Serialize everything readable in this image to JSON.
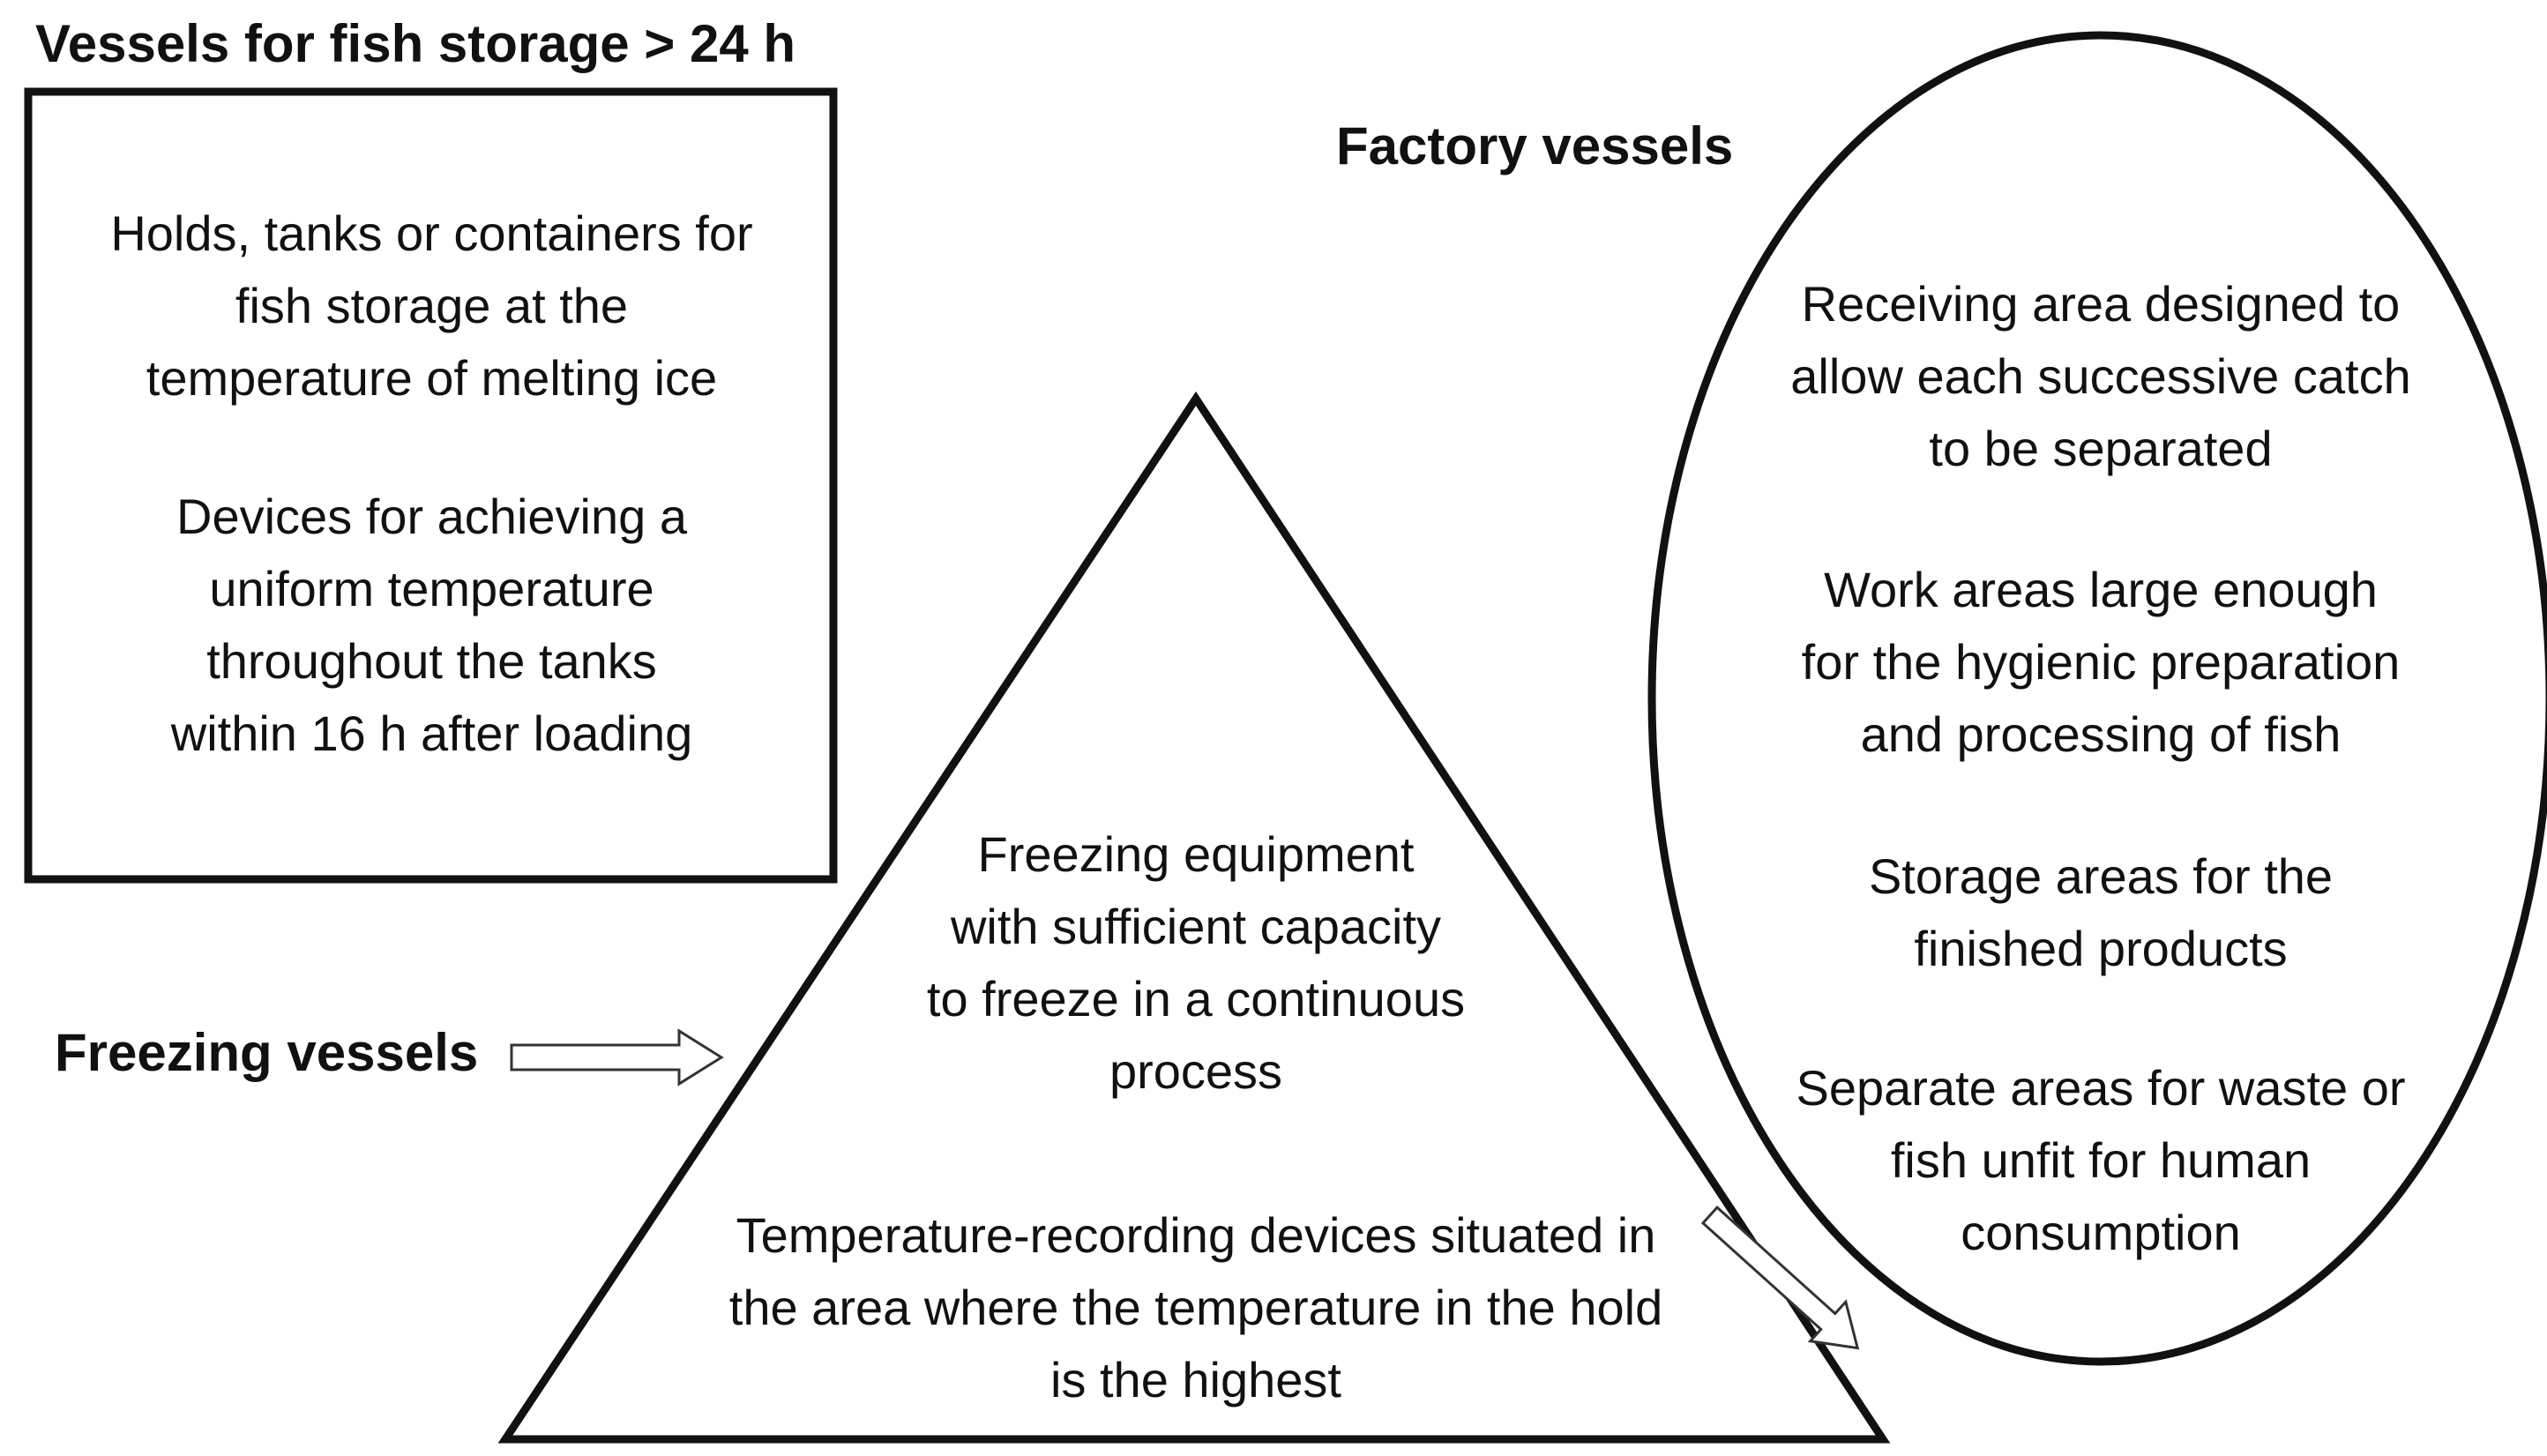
{
  "storage_box": {
    "title": "Vessels for fish storage > 24 h",
    "block1": [
      "Holds, tanks or containers for",
      "fish storage at the",
      "temperature of melting ice"
    ],
    "block2": [
      "Devices for achieving a",
      "uniform temperature",
      "throughout the tanks",
      "within 16 h after loading"
    ]
  },
  "factory": {
    "title": "Factory vessels",
    "block1": [
      "Receiving area designed to",
      "allow each successive catch",
      "to be separated"
    ],
    "block2": [
      "Work areas large enough",
      "for the hygienic preparation",
      "and processing of fish"
    ],
    "block3": [
      "Storage areas for the",
      "finished products"
    ],
    "block4": [
      "Separate areas for waste or",
      "fish unfit for human",
      "consumption"
    ]
  },
  "freezing": {
    "title": "Freezing vessels",
    "block1": [
      "Freezing equipment",
      "with sufficient capacity",
      "to freeze in a continuous",
      "process"
    ],
    "block2": [
      "Temperature-recording devices situated in",
      "the area where the temperature in the hold",
      "is the highest"
    ]
  }
}
